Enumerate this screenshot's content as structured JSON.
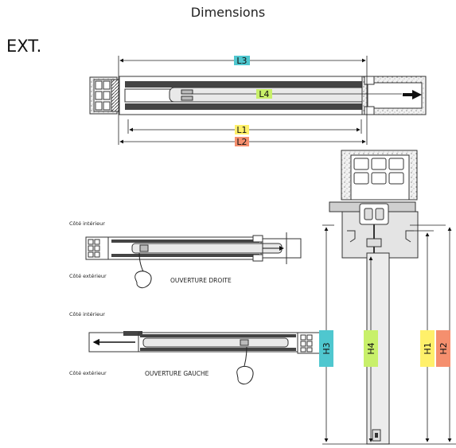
{
  "title": "Dimensions",
  "ext_label": "EXT.",
  "dims": {
    "l1": "L1",
    "l2": "L2",
    "l3": "L3",
    "l4": "L4",
    "h1": "H1",
    "h2": "H2",
    "h3": "H3",
    "h4": "H4"
  },
  "dim_colors": {
    "l3": "#4fc7cf",
    "l4": "#c8f06a",
    "l1": "#fff06a",
    "l2": "#f58f6e",
    "h3": "#4fc7cf",
    "h4": "#c8f06a",
    "h1": "#fff06a",
    "h2": "#f58f6e"
  },
  "right_hand": {
    "interior": "Côté intérieur",
    "exterior": "Côté extérieur",
    "caption": "OUVERTURE DROITE"
  },
  "left_hand": {
    "interior": "Côté intérieur",
    "exterior": "Côté extérieur",
    "caption": "OUVERTURE GAUCHE"
  }
}
